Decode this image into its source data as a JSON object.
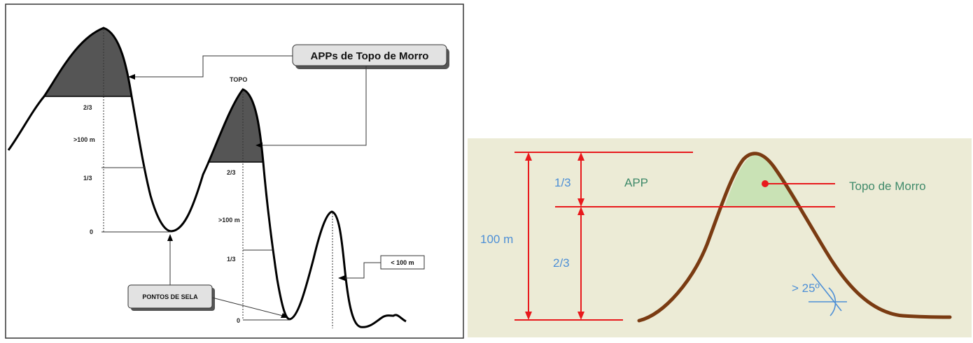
{
  "left_diagram": {
    "callout_main": "APPs  de Topo de Morro",
    "callout_saddle": "PONTOS DE SELA",
    "callout_small": "< 100 m",
    "topo_label": "TOPO",
    "hill1": {
      "two_thirds": "2/3",
      "height": ">100 m",
      "one_third": "1/3",
      "zero": "0"
    },
    "hill2": {
      "two_thirds": "2/3",
      "height": ">100 m",
      "one_third": "1/3",
      "zero": "0"
    }
  },
  "right_diagram": {
    "height_label": "100 m",
    "one_third": "1/3",
    "two_thirds": "2/3",
    "app_label": "APP",
    "topo_label": "Topo de Morro",
    "slope_label": "> 25º",
    "colors": {
      "background": "#ecebd6",
      "profile": "#7a3b12",
      "app_fill": "#c9e2b5",
      "lines": "#e8191c",
      "blue_text": "#4d8fd6",
      "green_text": "#3f8a6a"
    }
  }
}
